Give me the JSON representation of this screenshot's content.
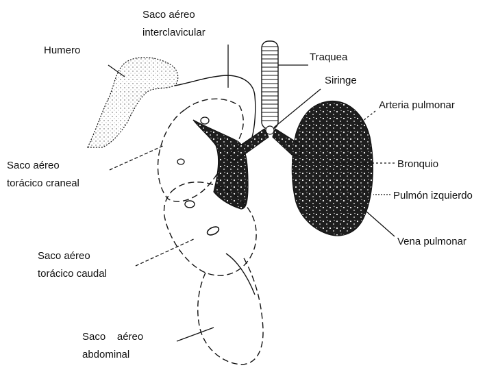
{
  "labels": {
    "saco_interclavicular_1": "Saco aéreo",
    "saco_interclavicular_2": "interclavicular",
    "humero": "Humero",
    "traquea": "Traquea",
    "siringe": "Siringe",
    "arteria_pulmonar": "Arteria pulmonar",
    "saco_toracico_craneal_1": "Saco aéreo",
    "saco_toracico_craneal_2": "torácico craneal",
    "bronquio": "Bronquio",
    "pulmon_izquierdo": "Pulmón izquierdo",
    "vena_pulmonar": "Vena pulmonar",
    "saco_toracico_caudal_1": "Saco aéreo",
    "saco_toracico_caudal_2": "torácico caudal",
    "saco_abdominal_1": "Saco    aéreo",
    "saco_abdominal_2": "abdominal"
  },
  "colors": {
    "ink": "#111111",
    "lung_fill": "#1e1e1e",
    "background": "#ffffff"
  }
}
